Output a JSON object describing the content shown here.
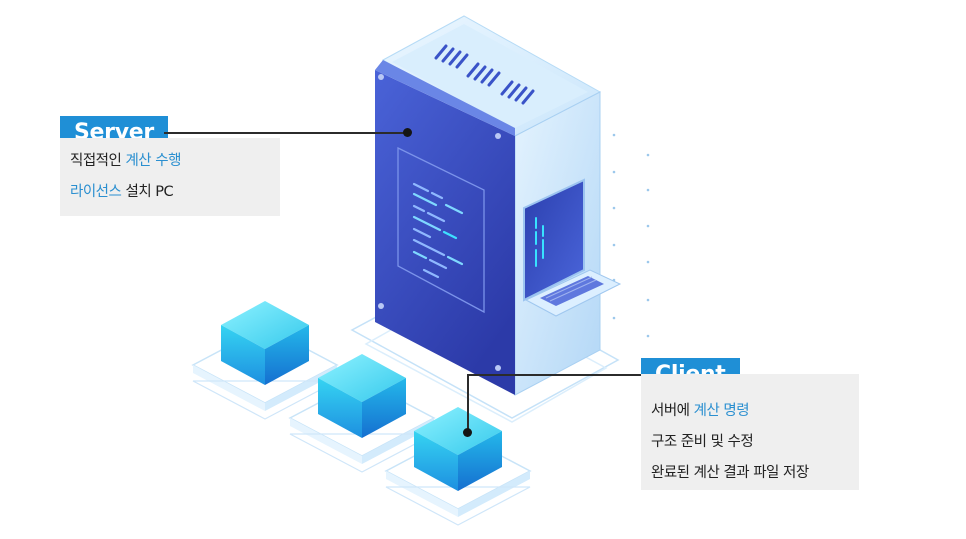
{
  "server": {
    "tag": "Server",
    "lines": [
      [
        {
          "text": "직접적인 ",
          "highlight": false
        },
        {
          "text": "계산 수행",
          "highlight": true
        }
      ],
      [
        {
          "text": "라이선스",
          "highlight": true
        },
        {
          "text": " 설치 PC",
          "highlight": false
        }
      ]
    ]
  },
  "client": {
    "tag": "Client",
    "lines": [
      [
        {
          "text": "서버에 ",
          "highlight": false
        },
        {
          "text": "계산 명령",
          "highlight": true
        }
      ],
      [
        {
          "text": "구조 준비 및 수정",
          "highlight": false
        }
      ],
      [
        {
          "text": "완료된 계산 결과 파일 저장",
          "highlight": false
        }
      ]
    ]
  },
  "colors": {
    "tag_bg": "#1f8fd6",
    "highlight_text": "#2a8fd0",
    "panel_bg": "#efefef",
    "server_front": "#3b4fc4",
    "server_side": "#cfe8fb",
    "cube": "#2fd0ee"
  }
}
